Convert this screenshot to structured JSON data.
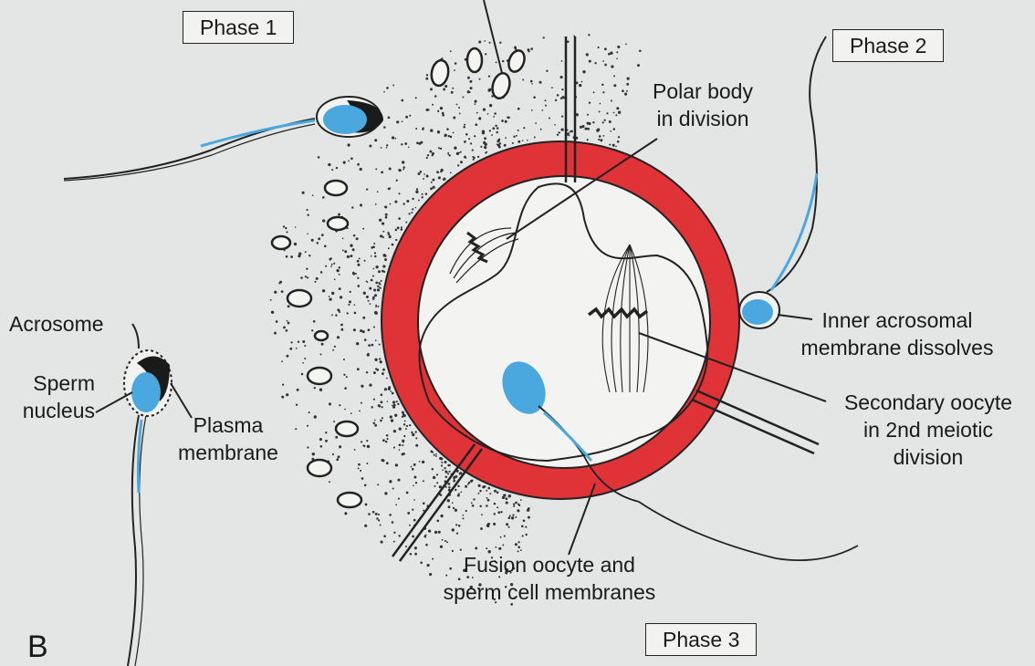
{
  "colors": {
    "background": "#e4e6e6",
    "zona_pellucida": "#e03338",
    "sperm_head": "#4aa8de",
    "acrosome": "#1a1a1a",
    "ink": "#1a1a1a"
  },
  "phases": {
    "phase1": "Phase 1",
    "phase2": "Phase 2",
    "phase3": "Phase 3"
  },
  "labels": {
    "polar_body_line1": "Polar body",
    "polar_body_line2": "in division",
    "inner_acrosomal_line1": "Inner acrosomal",
    "inner_acrosomal_line2": "membrane dissolves",
    "secondary_oocyte_line1": "Secondary oocyte",
    "secondary_oocyte_line2": "in 2nd meiotic",
    "secondary_oocyte_line3": "division",
    "acrosome": "Acrosome",
    "sperm_nucleus_line1": "Sperm",
    "sperm_nucleus_line2": "nucleus",
    "plasma_membrane_line1": "Plasma",
    "plasma_membrane_line2": "membrane",
    "fusion_line1": "Fusion oocyte and",
    "fusion_line2": "sperm cell membranes"
  },
  "panel_letter": "B"
}
